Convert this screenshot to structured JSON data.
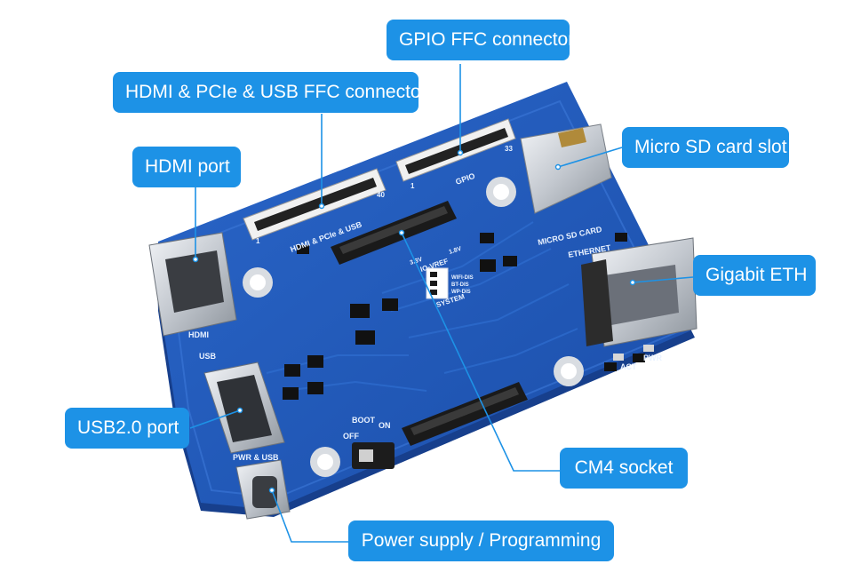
{
  "callouts": {
    "gpio_ffc": "GPIO FFC connector",
    "hdmi_pcie_usb_ffc": "HDMI & PCIe & USB FFC connector",
    "hdmi_port": "HDMI port",
    "micro_sd": "Micro SD card slot",
    "gigabit_eth": "Gigabit ETH",
    "usb2": "USB2.0 port",
    "cm4_socket": "CM4  socket",
    "power_programming": "Power supply / Programming"
  },
  "board_silkscreen": {
    "hdmi_pcie_usb": "HDMI & PCIe & USB",
    "gpio": "GPIO",
    "micro_sd_card": "MICRO SD CARD",
    "ethernet": "ETHERNET",
    "hdmi": "HDMI",
    "usb": "USB",
    "pwr_usb": "PWR & USB",
    "boot": "BOOT",
    "off": "OFF",
    "on": "ON",
    "act": "ACT",
    "pwr": "PWR",
    "io_vref": "IO-VREF",
    "v33": "3.3V",
    "v18": "1.8V",
    "wifi_dis": "WIFI-DIS",
    "bt_dis": "BT-DIS",
    "wp_dis": "WP-DIS",
    "system": "SYSTEM",
    "pin_1": "1",
    "pin_40": "40",
    "pin_33": "33"
  },
  "colors": {
    "callout_bg": "#1d92e6",
    "leader_line": "#1d92e6",
    "pcb_blue": "#1f56b8",
    "pcb_edge": "#173f8c"
  }
}
